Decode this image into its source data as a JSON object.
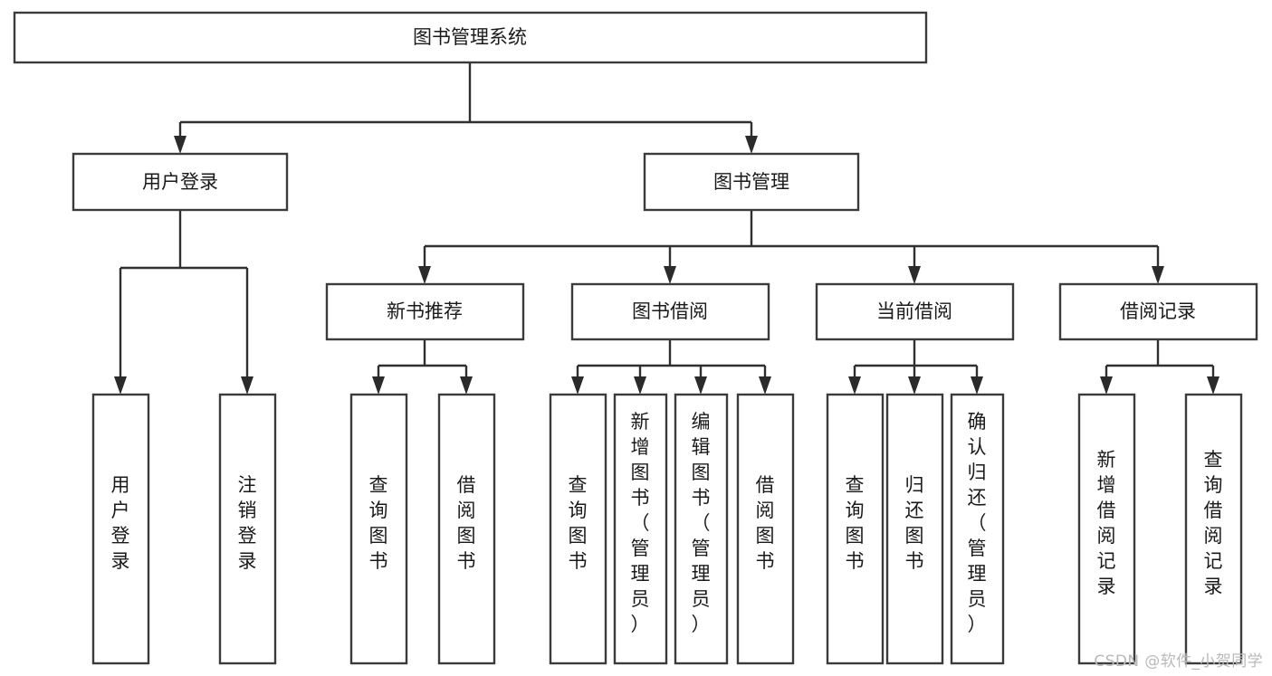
{
  "diagram": {
    "title": "图书管理系统",
    "type": "hierarchy-tree",
    "watermark": "CSDN @软件_小贺同学",
    "colors": {
      "box_stroke": "#3b3b3b",
      "connector": "#2f2f2f",
      "background": "#ffffff",
      "text": "#1a1a1a",
      "watermark": "#b9b9b9"
    },
    "root": {
      "label": "图书管理系统"
    },
    "level2": [
      {
        "label": "用户登录"
      },
      {
        "label": "图书管理"
      }
    ],
    "level3": [
      {
        "label": "新书推荐"
      },
      {
        "label": "图书借阅"
      },
      {
        "label": "当前借阅"
      },
      {
        "label": "借阅记录"
      }
    ],
    "leaves": {
      "user_login": [
        {
          "label": "用户登录"
        },
        {
          "label": "注销登录"
        }
      ],
      "new_book_recommend": [
        {
          "label": "查询图书"
        },
        {
          "label": "借阅图书"
        }
      ],
      "book_borrow": [
        {
          "label": "查询图书"
        },
        {
          "label": "新增图书（管理员）"
        },
        {
          "label": "编辑图书（管理员）"
        },
        {
          "label": "借阅图书"
        }
      ],
      "current_borrow": [
        {
          "label": "查询图书"
        },
        {
          "label": "归还图书"
        },
        {
          "label": "确认归还（管理员）"
        }
      ],
      "borrow_record": [
        {
          "label": "新增借阅记录"
        },
        {
          "label": "查询借阅记录"
        }
      ]
    }
  }
}
